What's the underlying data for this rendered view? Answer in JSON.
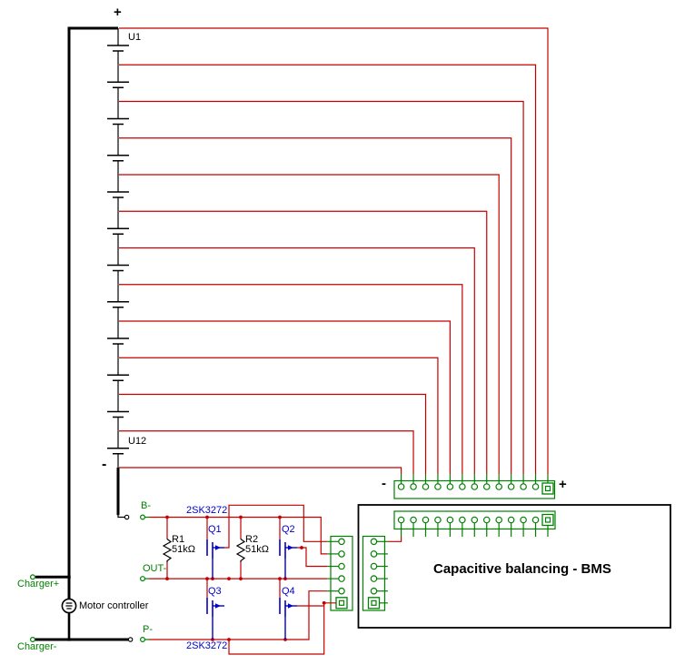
{
  "colors": {
    "wire_red": "#c40000",
    "bus_green": "#008000",
    "device_blue": "#0000cc",
    "black": "#000000"
  },
  "battery": {
    "cell_count": 12,
    "first_cell_label": "U1",
    "last_cell_label": "U12",
    "positive_label": "+",
    "negative_label": "-"
  },
  "bms": {
    "title": "Capacitive balancing - BMS",
    "tap_connector_pins": 13,
    "aux_connector_pins": 6,
    "tap_minus_label": "-",
    "tap_plus_label": "+"
  },
  "mosfets": {
    "part_number": "2SK3272",
    "labels": [
      "Q1",
      "Q2",
      "Q3",
      "Q4"
    ]
  },
  "resistors": [
    {
      "label": "R1",
      "value": "51kΩ"
    },
    {
      "label": "R2",
      "value": "51kΩ"
    }
  ],
  "terminals": {
    "b_minus": "B-",
    "out_minus": "OUT-",
    "p_minus": "P-",
    "charger_plus": "Charger+",
    "charger_minus": "Charger-"
  },
  "motor": {
    "label": "Motor controller"
  }
}
